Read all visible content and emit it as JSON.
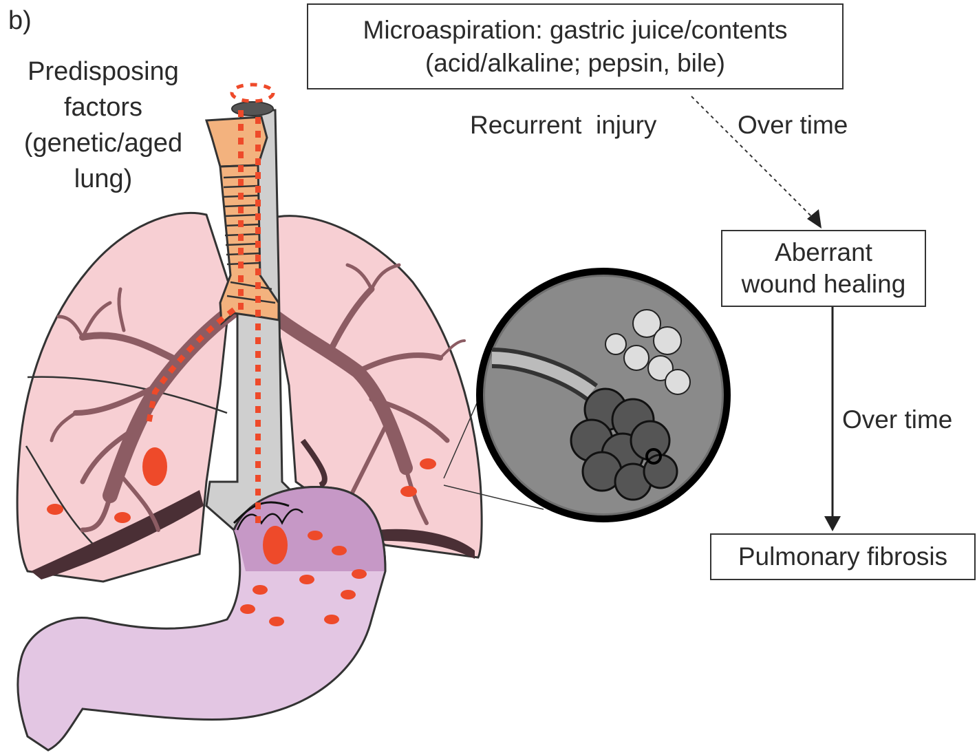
{
  "panel_label": "b)",
  "predisposing": {
    "lines": [
      "Predisposing",
      "factors",
      "(genetic/aged",
      "lung)"
    ]
  },
  "microaspiration_box": {
    "line1": "Microaspiration: gastric juice/contents",
    "line2": "(acid/alkaline; pepsin, bile)"
  },
  "recurrent_injury": "Recurrent  injury",
  "over_time_top": "Over time",
  "aberrant_box": {
    "line1": "Aberrant",
    "line2": "wound healing"
  },
  "over_time_right": "Over time",
  "fibrosis_box": "Pulmonary fibrosis",
  "colors": {
    "lung": "#f7cfd3",
    "airway": "#8c5c63",
    "trachea": "#f3b27e",
    "esophagus": "#cfcfcf",
    "stomach_upper": "#c698c6",
    "stomach_lower": "#e3c6e3",
    "reflux_dot": "#ee4a2a"
  }
}
